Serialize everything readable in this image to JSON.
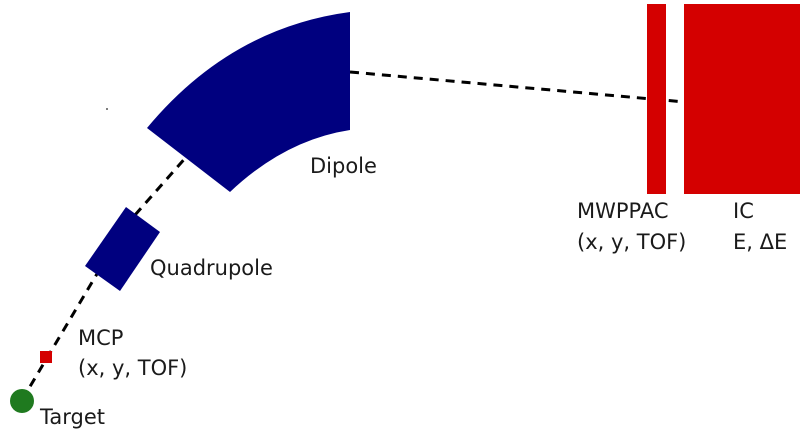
{
  "colors": {
    "magnet": "#00007f",
    "detector": "#d40000",
    "target": "#1f7a1f",
    "beamline": "#000000",
    "text": "#1a1a1a"
  },
  "labels": {
    "target": "Target",
    "mcp_name": "MCP",
    "mcp_measure": "(x, y, TOF)",
    "quadrupole": "Quadrupole",
    "dipole": "Dipole",
    "mwppac_name": "MWPPAC",
    "mwppac_measure": "(x, y, TOF)",
    "ic_name": "IC",
    "ic_measure": "E, ΔE"
  }
}
